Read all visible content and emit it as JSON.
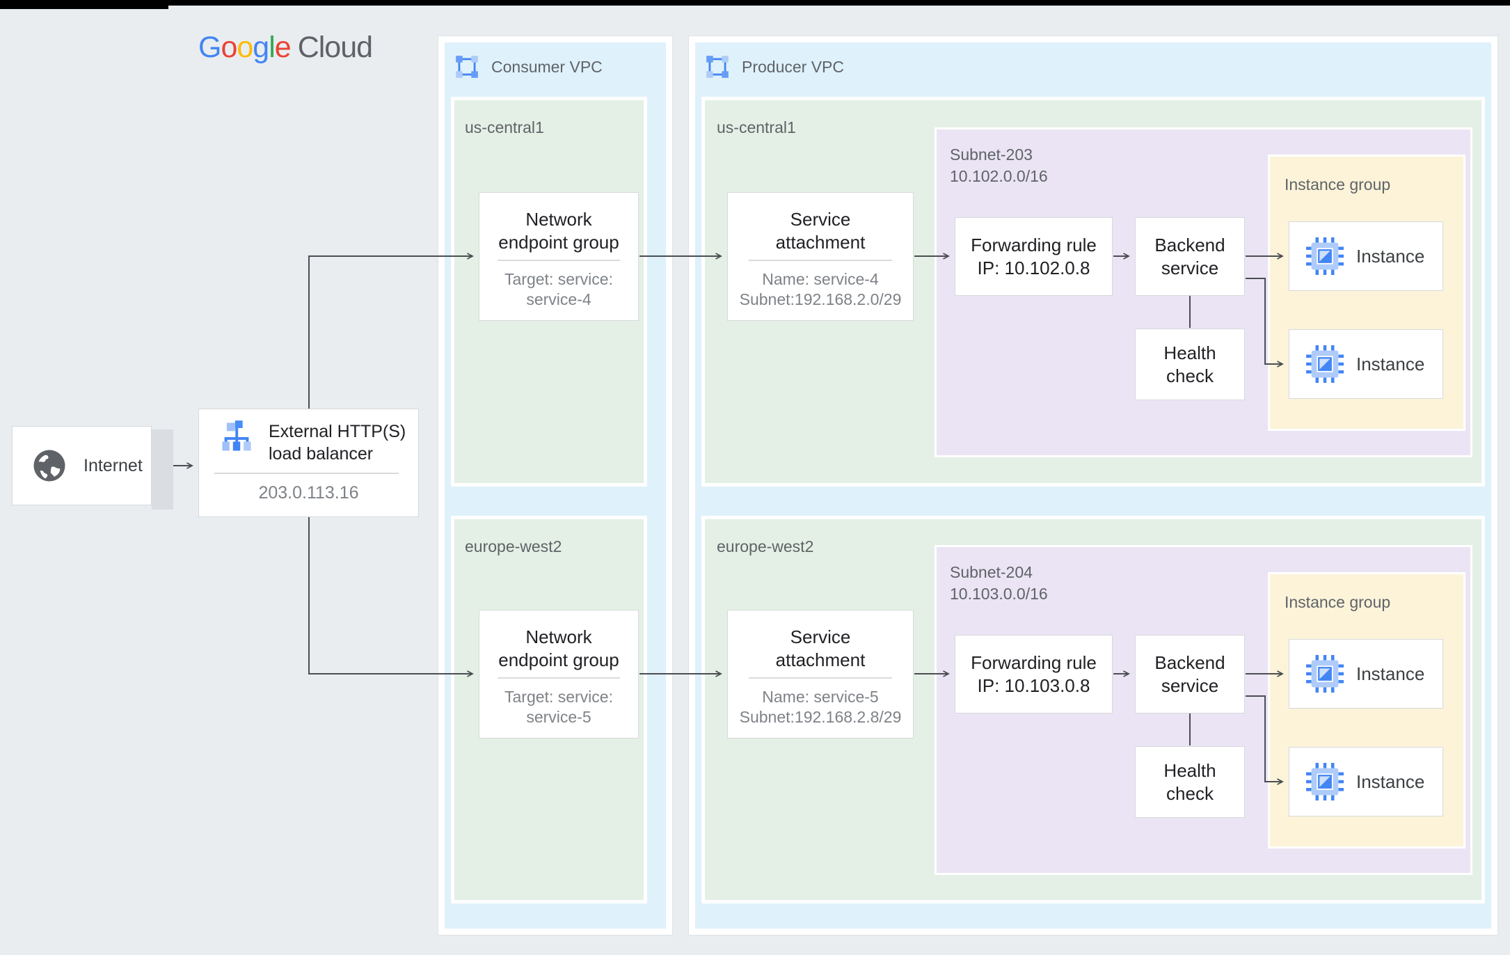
{
  "logo": {
    "parts": [
      {
        "t": "G",
        "c": "#4285F4"
      },
      {
        "t": "o",
        "c": "#EA4335"
      },
      {
        "t": "o",
        "c": "#FBBC05"
      },
      {
        "t": "g",
        "c": "#4285F4"
      },
      {
        "t": "l",
        "c": "#34A853"
      },
      {
        "t": "e",
        "c": "#EA4335"
      }
    ],
    "suffix": "Cloud"
  },
  "internet": {
    "label": "Internet"
  },
  "load_balancer": {
    "title_line1": "External HTTP(S)",
    "title_line2": "load balancer",
    "ip": "203.0.113.16"
  },
  "consumer_vpc": {
    "label": "Consumer VPC",
    "regions": [
      {
        "name": "us-central1",
        "neg": {
          "title_line1": "Network",
          "title_line2": "endpoint group",
          "detail_line1": "Target: service:",
          "detail_line2": "service-4"
        }
      },
      {
        "name": "europe-west2",
        "neg": {
          "title_line1": "Network",
          "title_line2": "endpoint group",
          "detail_line1": "Target: service:",
          "detail_line2": "service-5"
        }
      }
    ]
  },
  "producer_vpc": {
    "label": "Producer VPC",
    "regions": [
      {
        "name": "us-central1",
        "service_attachment": {
          "title_line1": "Service",
          "title_line2": "attachment",
          "detail_line1": "Name: service-4",
          "detail_line2": "Subnet:192.168.2.0/29"
        },
        "subnet": {
          "name": "Subnet-203",
          "cidr": "10.102.0.0/16",
          "forwarding_rule_line1": "Forwarding rule",
          "forwarding_rule_line2": "IP: 10.102.0.8",
          "backend_service_line1": "Backend",
          "backend_service_line2": "service",
          "health_check_line1": "Health",
          "health_check_line2": "check",
          "instance_group": {
            "label": "Instance group",
            "instances": [
              "Instance",
              "Instance"
            ]
          }
        }
      },
      {
        "name": "europe-west2",
        "service_attachment": {
          "title_line1": "Service",
          "title_line2": "attachment",
          "detail_line1": "Name: service-5",
          "detail_line2": "Subnet:192.168.2.8/29"
        },
        "subnet": {
          "name": "Subnet-204",
          "cidr": "10.103.0.0/16",
          "forwarding_rule_line1": "Forwarding rule",
          "forwarding_rule_line2": "IP: 10.103.0.8",
          "backend_service_line1": "Backend",
          "backend_service_line2": "service",
          "health_check_line1": "Health",
          "health_check_line2": "check",
          "instance_group": {
            "label": "Instance group",
            "instances": [
              "Instance",
              "Instance"
            ]
          }
        }
      }
    ]
  },
  "icons": {
    "globe": "globe-icon",
    "load_balancer": "load-balancer-icon",
    "vpc": "vpc-network-icon",
    "instance": "compute-instance-icon"
  },
  "colors": {
    "page_background": "#e9edf0",
    "vpc_fill": "#dff1fb",
    "region_fill": "#e4f0e5",
    "subnet_fill": "#ebe4f4",
    "instance_group_fill": "#fcf3d9",
    "node_border": "#d6d9dc",
    "line": "#5f6368",
    "title_text": "#202124",
    "muted_text": "#5f6368",
    "brand_blue": "#4285F4",
    "brand_red": "#EA4335",
    "brand_yellow": "#FBBC05",
    "brand_green": "#34A853",
    "icon_light_blue": "#aecbfa"
  }
}
